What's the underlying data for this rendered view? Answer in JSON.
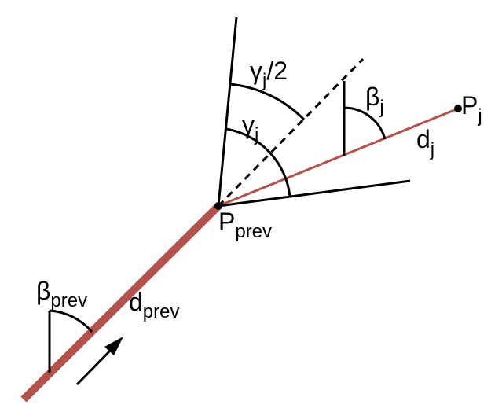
{
  "colors": {
    "ink": "#000000",
    "segment_red": "#b5514b",
    "background": "#ffffff"
  },
  "labels": {
    "gamma_half": {
      "main": "γ",
      "sub": "j",
      "suffix": "/2"
    },
    "gamma": {
      "main": "γ",
      "sub": "j"
    },
    "beta_j": {
      "main": "β",
      "sub": "j"
    },
    "p_j": {
      "main": "P",
      "sub": "j"
    },
    "d_j": {
      "main": "d",
      "sub": "j"
    },
    "p_prev": {
      "main": "P",
      "sub": "prev"
    },
    "beta_prev": {
      "main": "β",
      "sub": "prev"
    },
    "d_prev": {
      "main": "d",
      "sub": "prev"
    }
  }
}
